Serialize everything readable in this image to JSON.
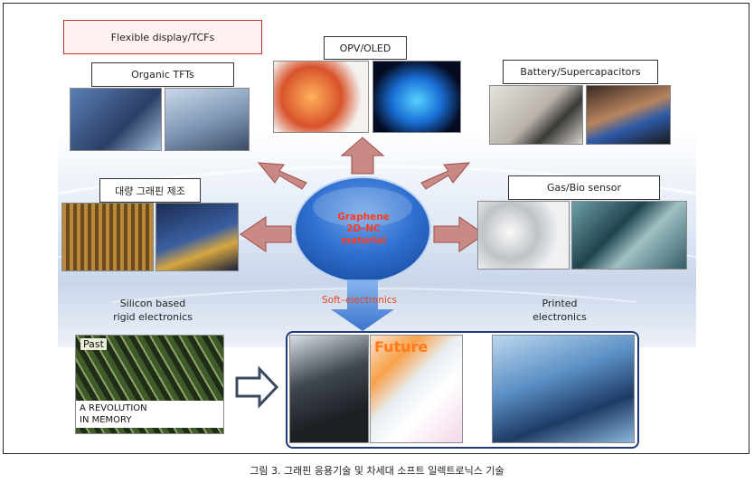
{
  "labels": {
    "flexible": "Flexible display/TCFs",
    "opv": "OPV/OLED",
    "organic": "Organic TFTs",
    "battery": "Battery/Supercapacitors",
    "mass": "대량 그래핀 제조",
    "gas": "Gas/Bio sensor",
    "center": [
      "Graphene",
      "2D–NC",
      "material"
    ],
    "soft": "Soft–electronics",
    "silicon": [
      "Silicon based",
      "rigid electronics"
    ],
    "printed": [
      "Printed",
      "electronics"
    ],
    "past": "Past",
    "revolution": [
      "A REVOLUTION",
      "IN MEMORY"
    ],
    "future": "Future"
  },
  "caption": "그림 3. 그래핀 응용기술 및 차세대 소프트 일렉트로닉스 기술",
  "colors": {
    "arrow_fill": "#c98a86",
    "arrow_stroke": "#9c4d48",
    "center_text": "#ff3b1f",
    "future_border": "#1f3a7a",
    "flexible_border": "#c0392b"
  },
  "icons": [
    "right-arrow-icon",
    "down-arrow-icon"
  ]
}
